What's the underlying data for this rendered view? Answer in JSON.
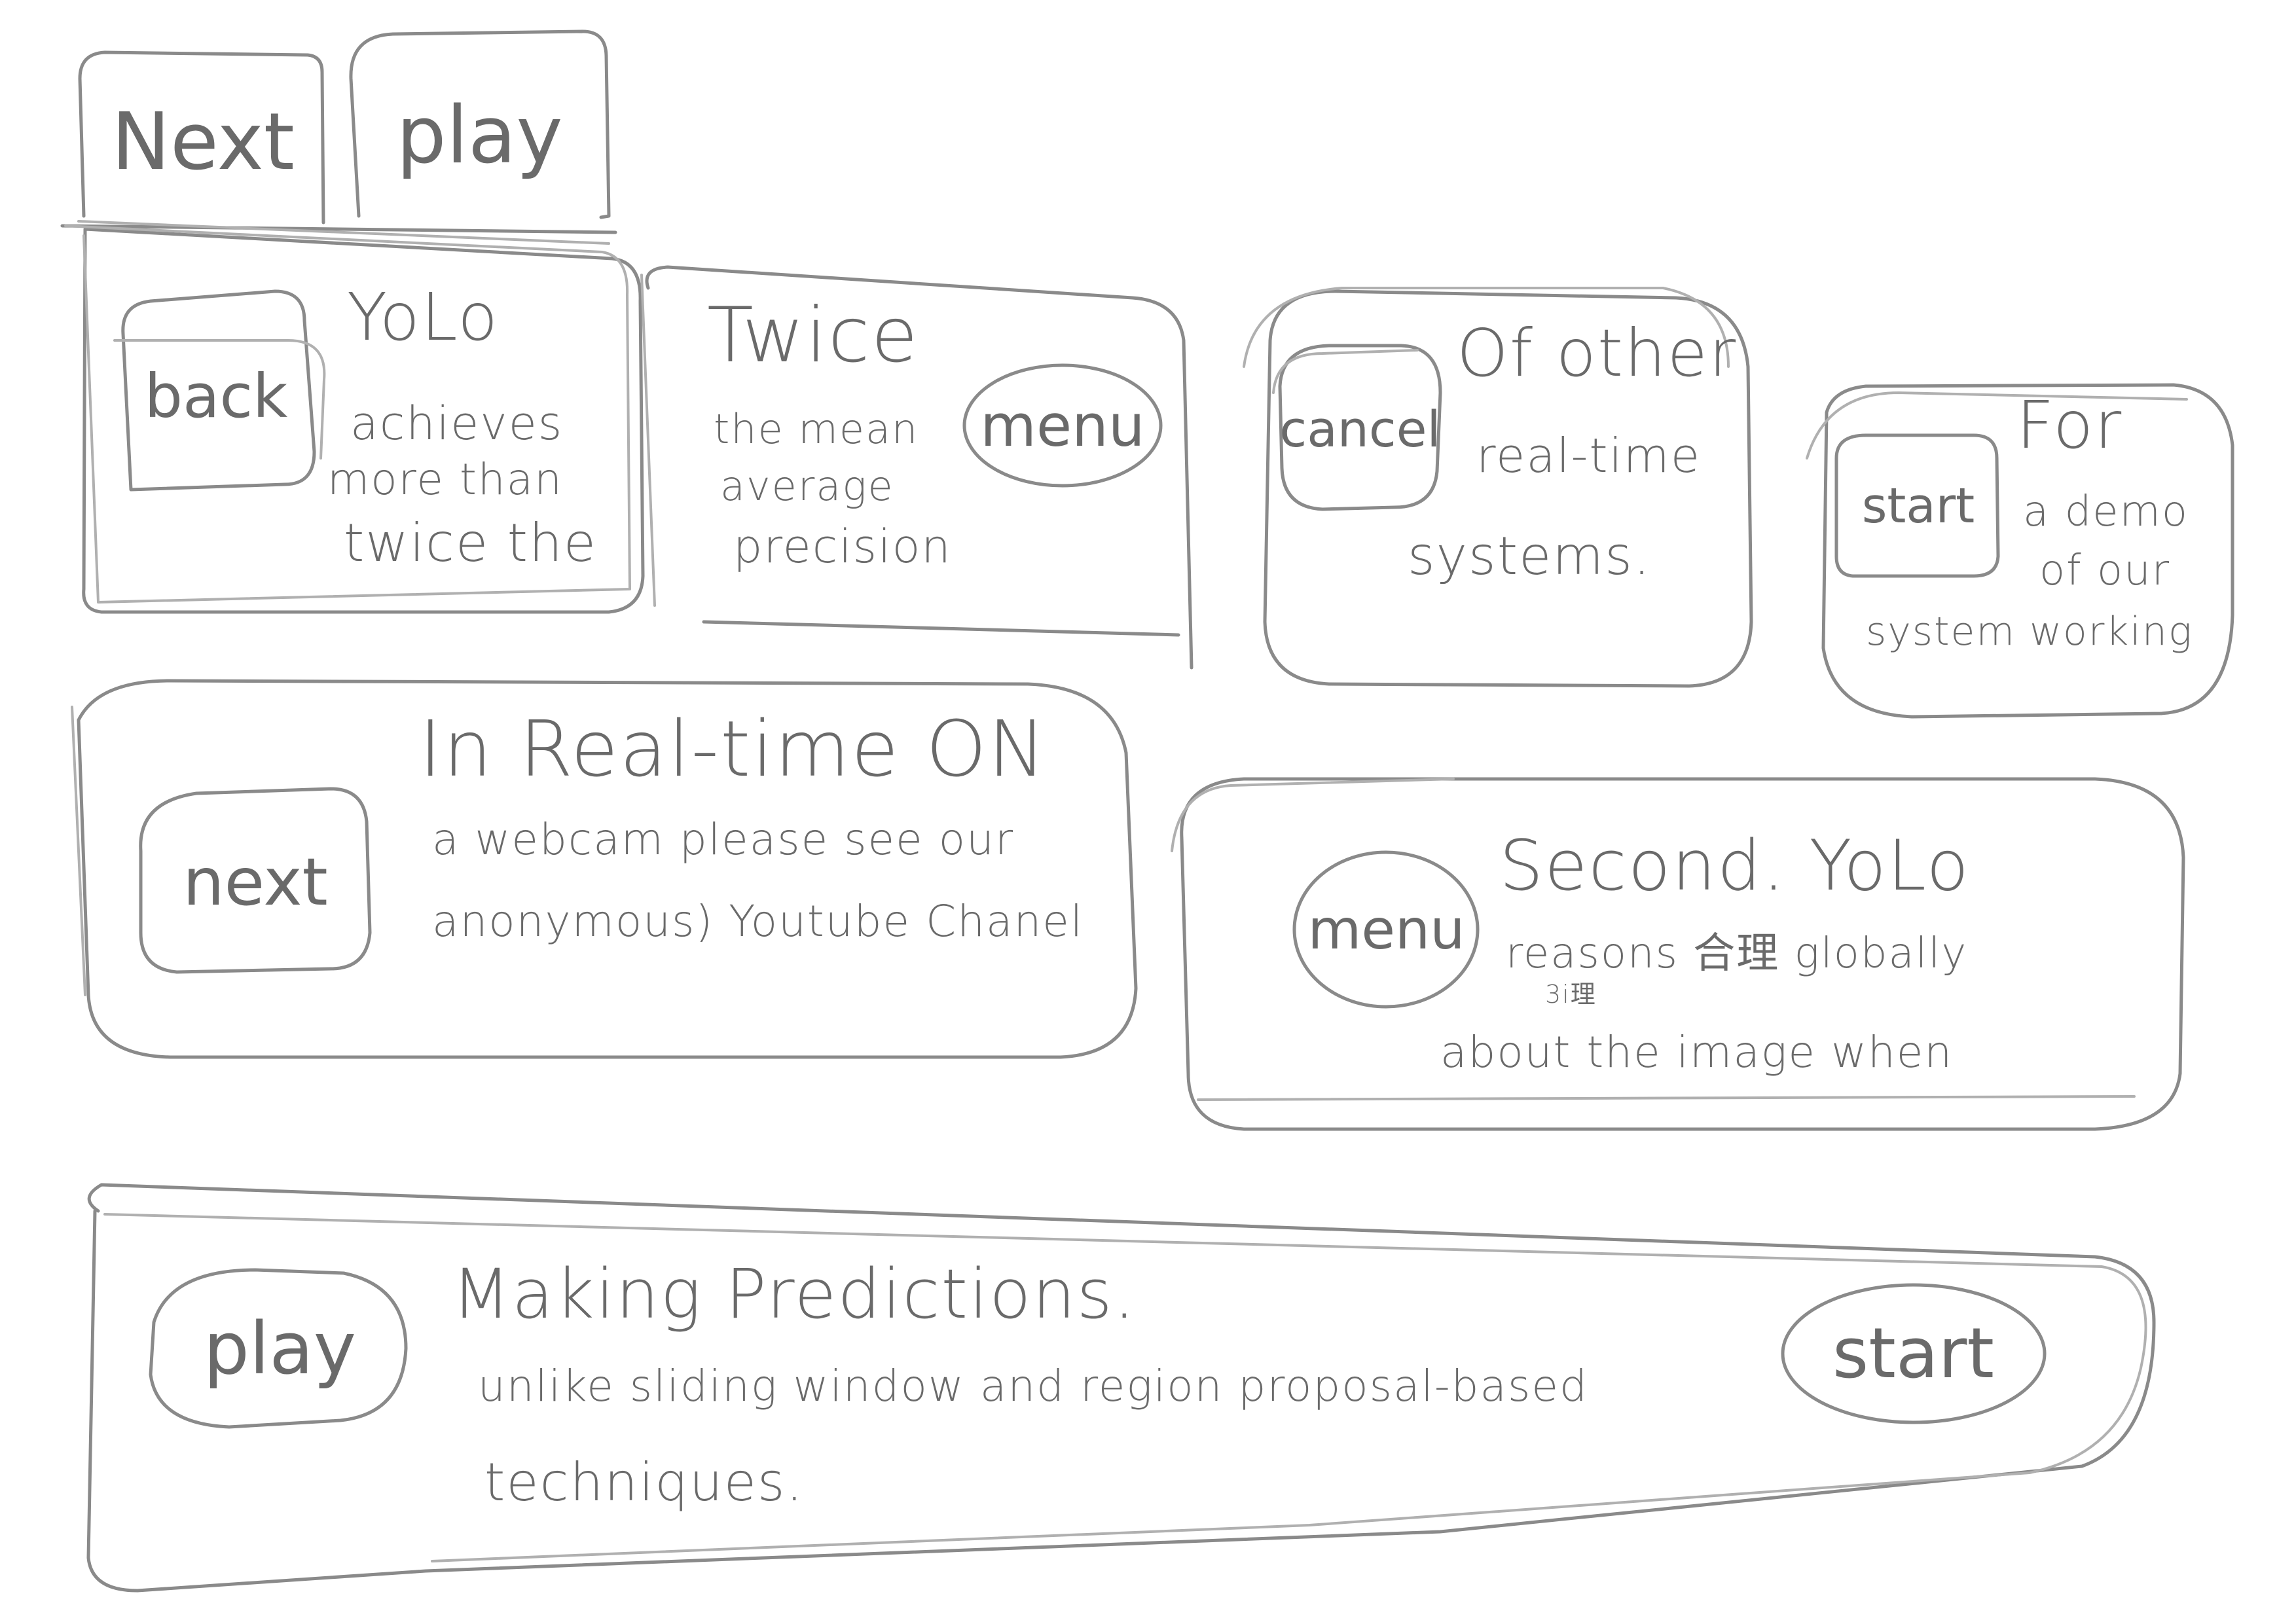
{
  "top_buttons": {
    "next_label": "Next",
    "play_label": "play"
  },
  "card_yolo": {
    "title": "YoLo",
    "line1": "achieves",
    "line2": "more than",
    "line3": "twice the",
    "button_label": "back"
  },
  "card_twice": {
    "title": "Twice",
    "line1": "the mean",
    "line2": "average",
    "line3": "precision",
    "button_label": "menu"
  },
  "card_other": {
    "title": "Of other",
    "line1": "real-time",
    "line2": "systems.",
    "button_label": "cancel"
  },
  "card_demo": {
    "title": "For",
    "line1": "a demo",
    "line2": "of our",
    "line3": "system working",
    "button_label": "start"
  },
  "card_realtime": {
    "title": "In Real-time ON",
    "line1": "a webcam please see our",
    "line2": "anonymous) Youtube Chanel",
    "button_label": "next"
  },
  "card_second": {
    "title": "Second. YoLo",
    "line1": "reasons 合理 globally",
    "line1_note": "3i理",
    "line2": "about the image when",
    "button_label": "menu"
  },
  "card_predictions": {
    "title": "Making Predictions.",
    "line1": "unlike sliding window and region proposal-based",
    "line2": "techniques.",
    "left_button_label": "play",
    "right_button_label": "start"
  },
  "colors": {
    "pencil": "#8a8a8a",
    "pencil_light": "#b0b0b0",
    "text": "#6a6a6a",
    "paper": "#ffffff"
  }
}
